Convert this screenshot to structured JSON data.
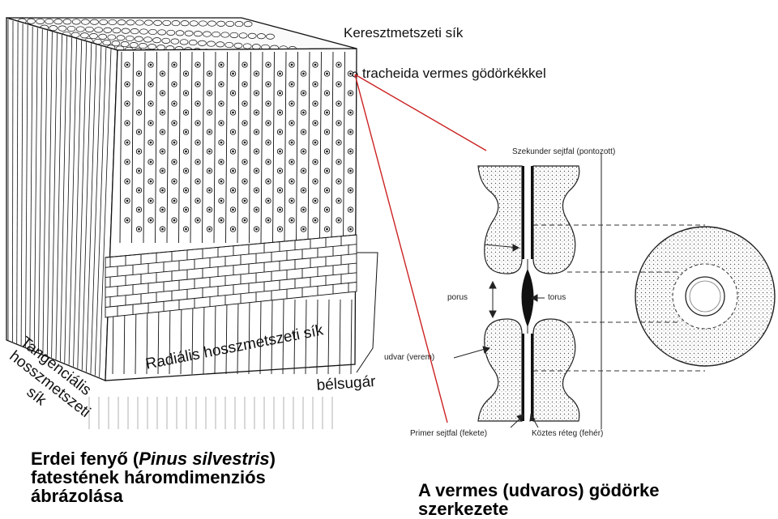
{
  "labels": {
    "cross_section": "Keresztmetszeti sík",
    "tracheid": "tracheida vermes gödörkékkel",
    "radial": "Radiális hosszmetszeti sík",
    "ray": "bélsugár",
    "tangential_line1": "Tangenciális",
    "tangential_line2": "hosszmetszeti",
    "tangential_line3": "sík"
  },
  "pit_labels": {
    "secondary_wall": "Szekunder sejtfal (pontozott)",
    "porus": "porus",
    "torus": "torus",
    "udvar": "udvar (verem)",
    "primary_wall": "Primer sejtfal (fekete)",
    "middle_lamella": "Köztes réteg (fehér)"
  },
  "caption_left": {
    "line1_prefix": "Erdei fenyő (",
    "line1_italic": "Pinus silvestris",
    "line1_suffix": ")",
    "line2": "fatestének háromdimenziós",
    "line3": "ábrázolása"
  },
  "caption_right": {
    "line1": "A vermes (udvaros) gödörke",
    "line2": "szerkezete"
  },
  "colors": {
    "pointer_line": "#cc2222",
    "ink": "#111111"
  }
}
